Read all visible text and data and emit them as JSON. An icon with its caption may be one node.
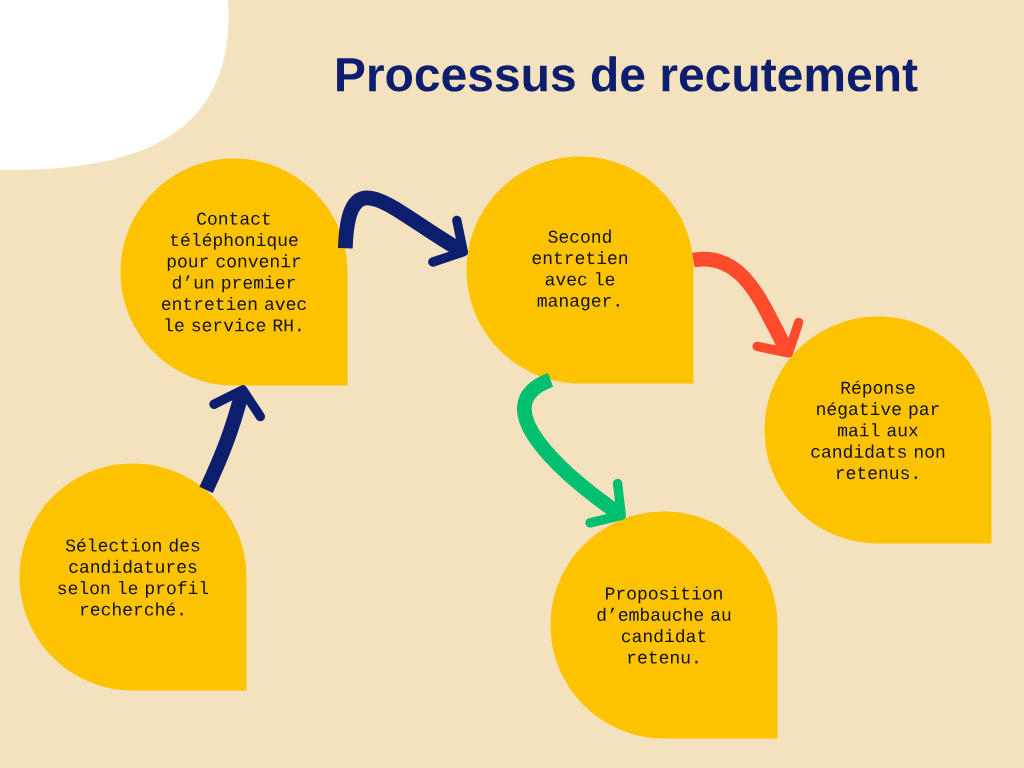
{
  "diagram": {
    "title": "Processus de recutement",
    "nodes": [
      {
        "text": [
          "Sélection des candidatures selon le profil recherché."
        ]
      },
      {
        "text": [
          "Contact téléphonique pour convenir d’un premier entretien avec le service RH."
        ]
      },
      {
        "text": [
          "Second entretien avec le manager."
        ]
      },
      {
        "text": [
          "Proposition d’embauche au candidat retenu."
        ]
      },
      {
        "text": [
          "Réponse négative par mail aux candidats non retenus."
        ]
      }
    ],
    "edges": [
      {
        "from": 0,
        "to": 1,
        "arrow": "to"
      },
      {
        "from": 1,
        "to": 2,
        "arrow": "to"
      },
      {
        "from": 2,
        "to": 4,
        "arrow": "to",
        "color": "#ff4b2b"
      },
      {
        "from": 2,
        "to": 3,
        "arrow": "to",
        "color": "#00bf6f"
      }
    ]
  }
}
